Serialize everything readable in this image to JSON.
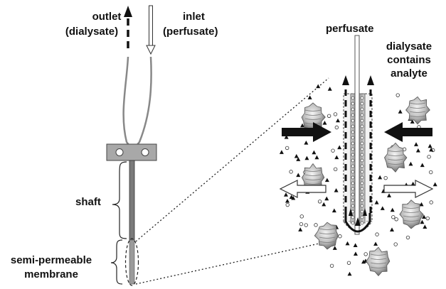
{
  "labels": {
    "outlet": "outlet",
    "outlet_sub": "(dialysate)",
    "inlet": "inlet",
    "inlet_sub": "(perfusate)",
    "shaft": "shaft",
    "membrane_line1": "semi-permeable",
    "membrane_line2": "membrane",
    "perfusate": "perfusate",
    "dialysate_line1": "dialysate",
    "dialysate_line2": "contains",
    "dialysate_line3": "analyte"
  },
  "colors": {
    "text": "#111111",
    "line": "#222222",
    "probe_tube": "#8a8a8a",
    "shaft_fill": "#7a7a7a",
    "clamp_fill": "#a8a8a8",
    "cell_fill": "#b8b8b8"
  }
}
